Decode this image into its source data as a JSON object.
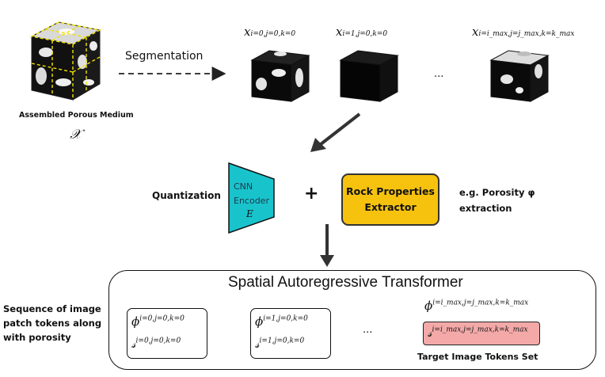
{
  "top": {
    "left_cube_label": "Assembled Porous Medium",
    "left_cube_symbol": "𝒳",
    "segmentation_label": "Segmentation",
    "patch_labels": [
      {
        "base": "x",
        "sub": "i=0,j=0,k=0"
      },
      {
        "base": "x",
        "sub": "i=1,j=0,k=0"
      },
      {
        "base": "x",
        "sub": "i=i_max,j=j_max,k=k_max"
      }
    ],
    "ellipsis": "..."
  },
  "middle": {
    "quantization_label": "Quantization",
    "encoder_line1": "CNN",
    "encoder_line2": "Encoder",
    "encoder_symbol": "E",
    "plus": "+",
    "rock_line1": "Rock Properties",
    "rock_line2": "Extractor",
    "porosity_line1": "e.g. Porosity φ",
    "porosity_line2": "extraction"
  },
  "bottom": {
    "transformer_title": "Spatial Autoregressive Transformer",
    "side_line1": "Sequence of image",
    "side_line2": "patch tokens along",
    "side_line3": "with porosity",
    "token1_phi": "i=0,j=0,k=0",
    "token1_s": "i=0,j=0,k=0",
    "token2_phi": "i=1,j=0,k=0",
    "token2_s": "i=1,j=0,k=0",
    "target_phi": "i=i_max,j=j_max,k=k_max",
    "target_s": "i=i_max,j=j_max,k=k_max",
    "target_label": "Target Image Tokens Set",
    "ellipsis": "..."
  },
  "colors": {
    "encoder_fill": "#19c3cc",
    "rock_fill": "#f6c20e",
    "target_fill": "#f4a9a9"
  }
}
